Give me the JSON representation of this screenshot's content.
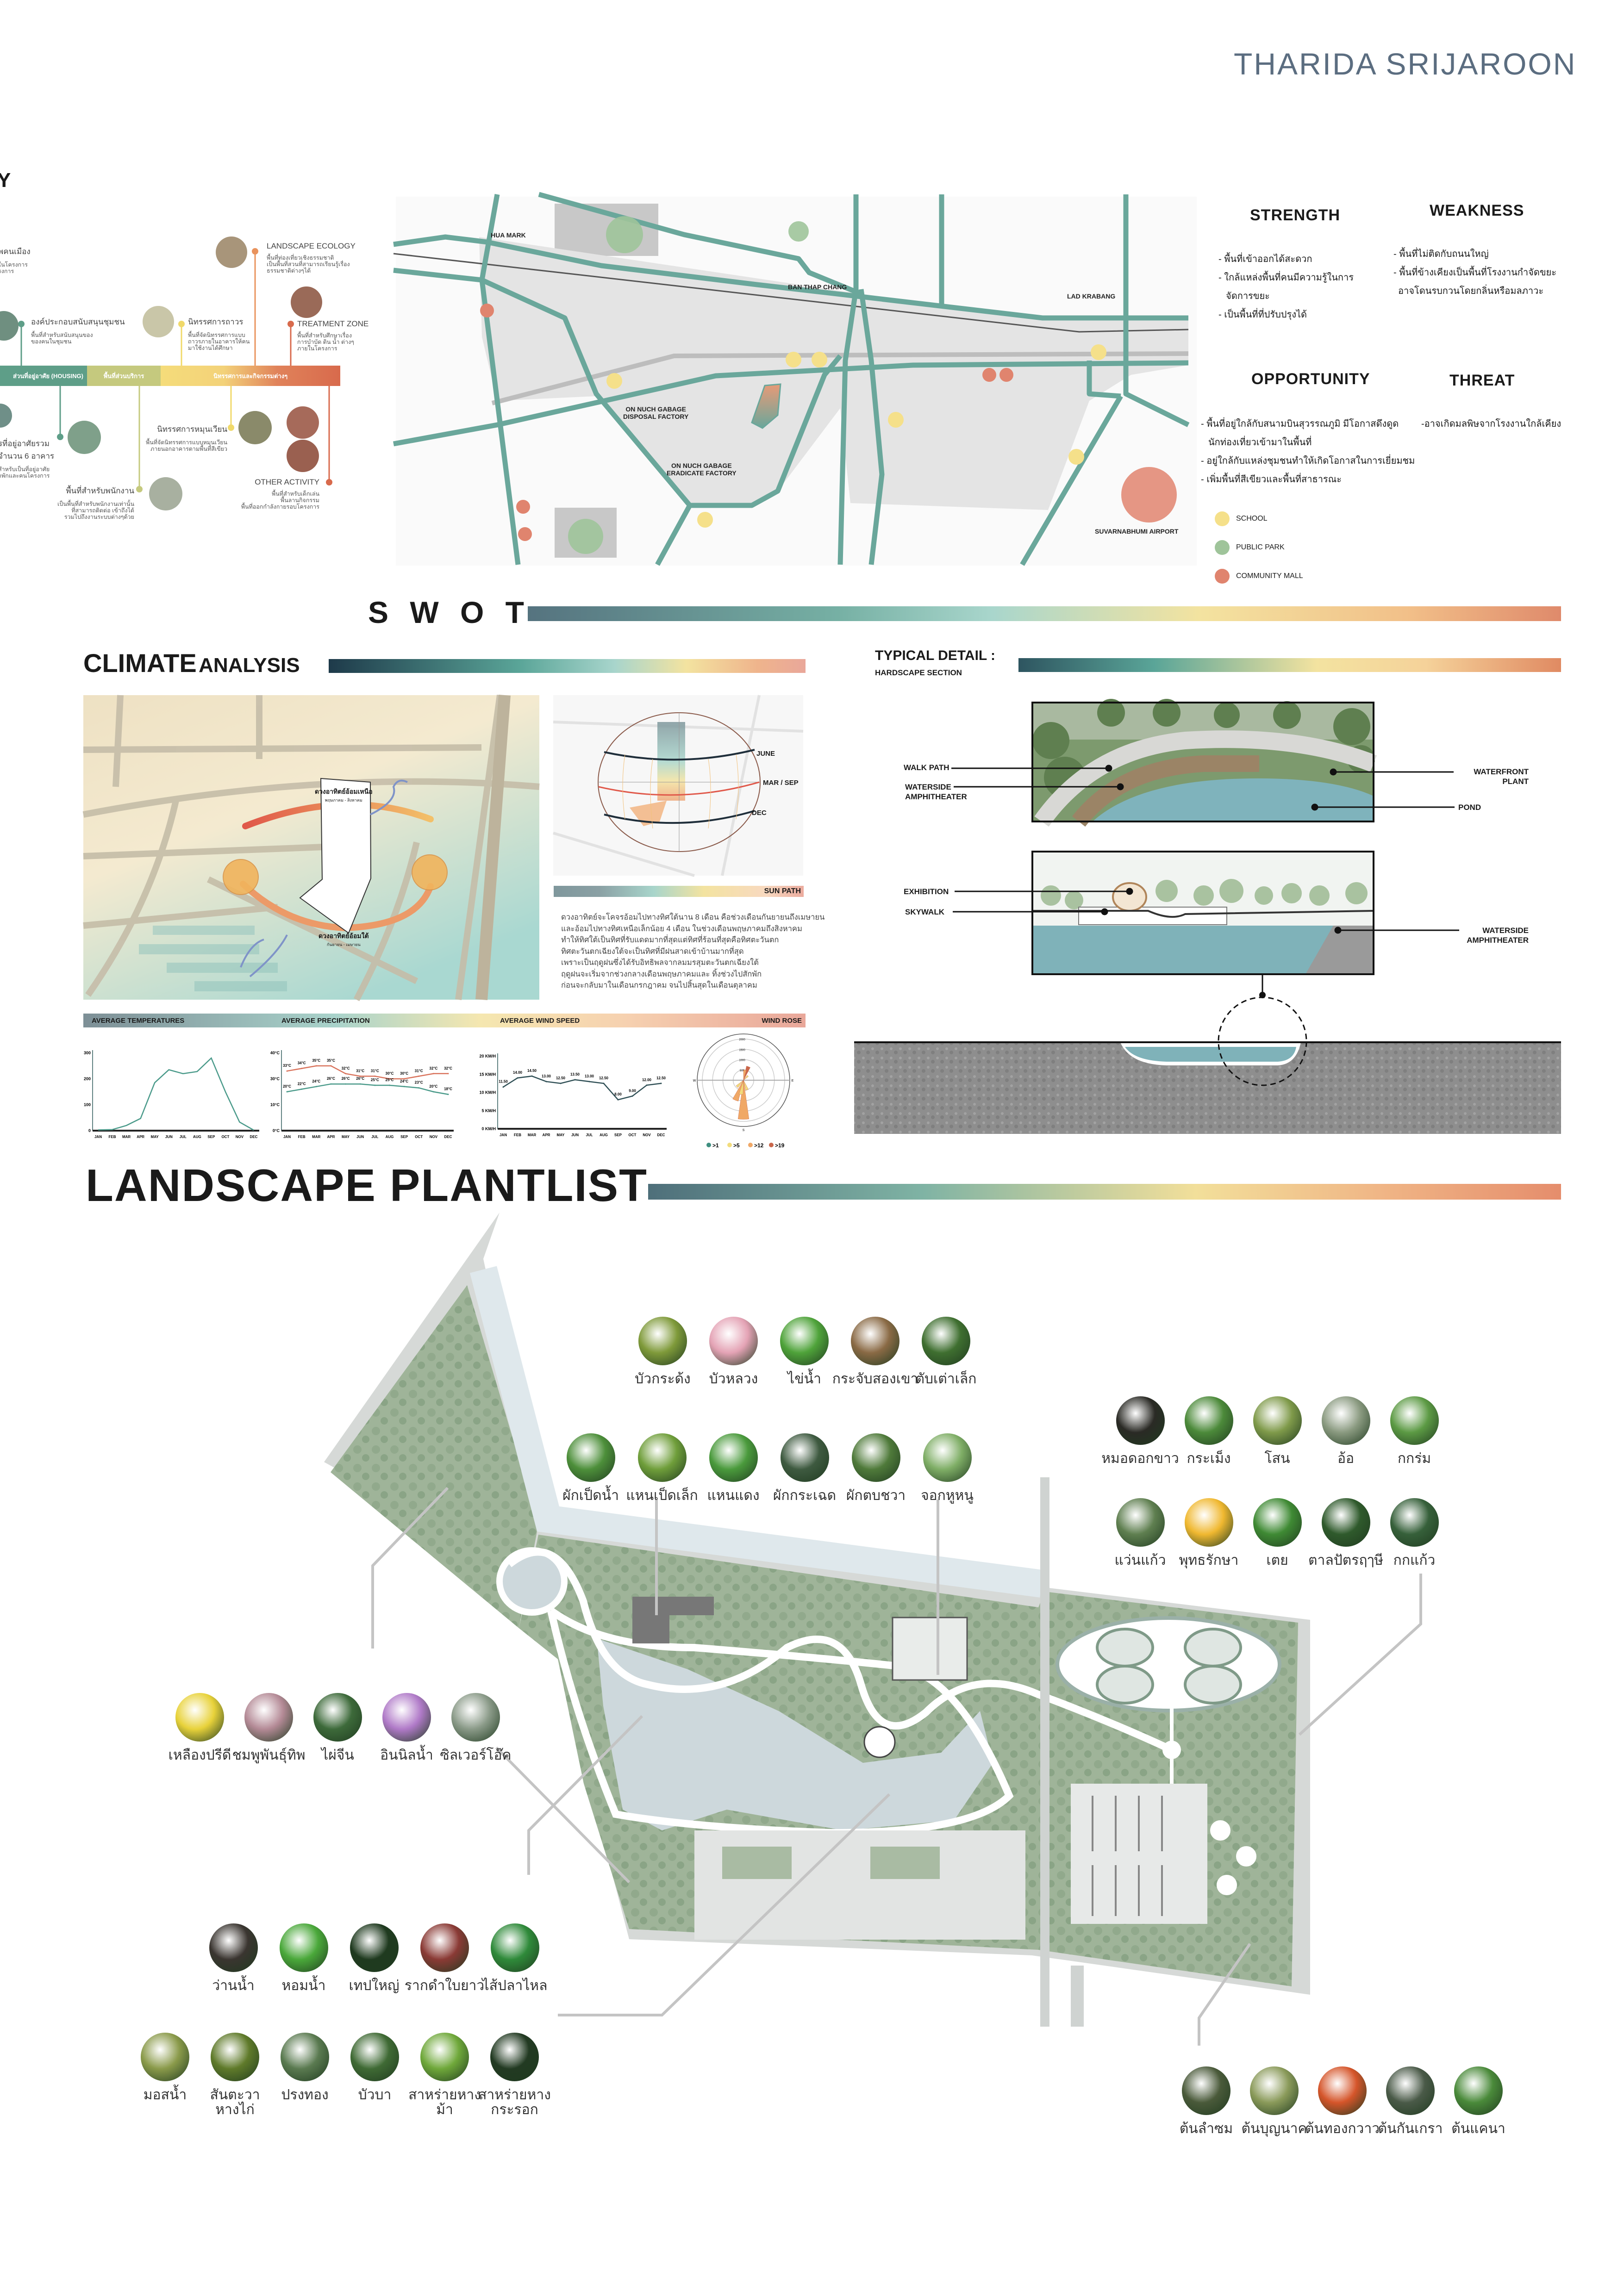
{
  "header": {
    "author": "THARIDA SRIJAROON",
    "title_fragment": "Y"
  },
  "timeline": {
    "bar": [
      "ส่วนที่อยู่อาศัย (HOUSING)",
      "พื้นที่ส่วนบริการ",
      "นิทรรศการและกิจกรรมต่างๆ"
    ],
    "bar_colors": [
      "#5e9e88",
      "#c5c97e",
      "#f5dc7a",
      "#d86a4c"
    ],
    "items": [
      {
        "title": "พคนเมือง",
        "desc": [
          "ในโครงการ",
          "รงการ"
        ]
      },
      {
        "title": "องค์ประกอบสนับสนุนชุมชน",
        "desc": [
          "พื้นที่สำหรับสนับสนุนของ",
          "ของคนในชุมชน"
        ]
      },
      {
        "title": "นิทรรศการถาวร",
        "desc": [
          "พื้นที่จัดนิทรรศการแบบ",
          "ถาวรภายในอาคารให้คน",
          "มาใช้งานได้ศึกษา"
        ]
      },
      {
        "title": "LANDSCAPE ECOLOGY",
        "desc": [
          "พื้นที่ท่องเที่ยวเชิงธรรมชาติ",
          "เป็นพื้นที่สวนที่สามารถเรียนรู้เรื่อง",
          "ธรรมชาติต่างๆได้"
        ]
      },
      {
        "title": "TREATMENT ZONE",
        "desc": [
          "พื้นที่สำหรับศึกษาเรื่อง",
          "การบำบัด ดิน น้ำ ต่างๆ",
          "ภายในโครงการ"
        ]
      },
      {
        "title": [
          "รที่อยู่อาศัยรวม",
          "จำนวน 6 อาคาร"
        ],
        "desc": [
          "สำหรับเป็นที่อยู่อาศัย",
          "ำพักและคนโครงการ"
        ]
      },
      {
        "title": "พื้นที่สำหรับพนักงาน",
        "desc": [
          "เป็นพื้นที่สำหรับพนักงานเท่านั้น",
          "ที่สามารถติดต่อ เข้าถึงได้",
          "รวมไปถึงงานระบบต่างๆด้วย"
        ]
      },
      {
        "title": "นิทรรศการหมุนเวียน",
        "desc": [
          "พื้นที่จัดนิทรรศการแบบหมุนเวียน",
          "ภายนอกอาคารตามพื้นที่สีเขียว"
        ]
      },
      {
        "title": "OTHER ACTIVITY",
        "desc": [
          "พื้นที่สำหรับเด็กเล่น",
          "พื้นลานกิจกรรม",
          "พื้นที่ออกกำลังกายรอบโครงการ"
        ]
      }
    ]
  },
  "map": {
    "labels": {
      "hua_mark": "HUA MARK",
      "ban_thap_chang": "BAN THAP CHANG",
      "lad_krabang": "LAD KRABANG",
      "disposal": [
        "ON NUCH GABAGE",
        "DISPOSAL FACTORY"
      ],
      "eradicate": [
        "ON NUCH GABAGE",
        "ERADICATE FACTORY"
      ],
      "airport": "SUVARNABHUMI AIRPORT"
    },
    "legend": [
      {
        "label": "SCHOOL",
        "color": "#f5e08a"
      },
      {
        "label": "PUBLIC PARK",
        "color": "#9fc49a"
      },
      {
        "label": "COMMUNITY MALL",
        "color": "#e0846e"
      }
    ]
  },
  "swot": {
    "title": "S W O T",
    "strength": {
      "heading": "STRENGTH",
      "items": [
        "- พื้นที่เข้าออกได้สะดวก",
        "- ใกล้แหล่งพื้นที่คนมีความรู้ในการ",
        "จัดการขยะ",
        "- เป็นพื้นที่ที่ปรับปรุงได้"
      ]
    },
    "weakness": {
      "heading": "WEAKNESS",
      "items": [
        "- พื้นที่ไม่ติดกับถนนใหญ่",
        "- พื้นที่ข้างเคียงเป็นพื้นที่โรงงานกำจัดขยะ",
        "อาจโดนรบกวนโดยกลิ่นหรือมลภาวะ"
      ]
    },
    "opportunity": {
      "heading": "OPPORTUNITY",
      "items": [
        "- พื้นที่อยู่ใกล้กับสนามบินสุวรรณภูมิ มีโอกาสดึงดูด",
        "นักท่องเที่ยวเข้ามาในพื้นที่",
        "- อยู่ใกล้กับแหล่งชุมชนทำให้เกิดโอกาสในการเยี่ยมชม",
        "- เพิ่มพื้นที่สีเขียวและพื้นที่สาธารณะ"
      ]
    },
    "threat": {
      "heading": "THREAT",
      "items": [
        "-อาจเกิดมลพิษจากโรงงานใกล้เคียง"
      ]
    }
  },
  "climate": {
    "title_bold": "CLIMATE",
    "title_rest": "ANALYSIS",
    "sun_north": "ดวงอาทิตย์อ้อมเหนือ",
    "sun_north_months": "พฤษภาคม - สิงหาคม",
    "sun_south": "ดวงอาทิตย์อ้อมใต้",
    "sun_south_months": "กันยายน - เมษายน",
    "sun_path": {
      "title": "SUN PATH",
      "labels": {
        "june": "JUNE",
        "marsep": "MAR / SEP",
        "dec": "DEC"
      },
      "text": [
        "ดวงอาทิตย์จะโคจรอ้อมไปทางทิศใต้นาน 8 เดือน คือช่วงเดือนกันยายนถึงเมษายน",
        "และอ้อมไปทางทิศเหนือเล็กน้อย 4 เดือน ในช่วงเดือนพฤษภาคมถึงสิงหาคม",
        "ทำให้ทิศใต้เป็นทิศที่รับแดดมากที่สุดแต่ทิศที่ร้อนที่สุดคือทิศตะวันตก",
        "ทิศตะวันตกเฉียงใต้จะเป็นทิศที่มีฝนสาดเข้าบ้านมากที่สุด",
        "เพราะเป็นฤดูฝนซึ่งได้รับอิทธิพลจากลมมรสุมตะวันตกเฉียงใต้",
        "ฤดูฝนจะเริ่มจากช่วงกลางเดือนพฤษภาคมและ ทิ้งช่วงไปสักพัก",
        "ก่อนจะกลับมาในเดือนกรกฎาคม จนไปสิ้นสุดในเดือนตุลาคม"
      ]
    },
    "chart_headers": [
      "AVERAGE TEMPERATURES",
      "AVERAGE PRECIPITATION",
      "AVERAGE WIND SPEED",
      "WIND ROSE"
    ]
  },
  "chart_data": [
    {
      "type": "line",
      "title": "AVERAGE TEMPERATURES",
      "categories": [
        "JAN",
        "FEB",
        "MAR",
        "APR",
        "MAY",
        "JUN",
        "JUL",
        "AUG",
        "SEP",
        "OCT",
        "NOV",
        "DEC"
      ],
      "series": [
        {
          "values": [
            3,
            4,
            20,
            47,
            185,
            235,
            220,
            228,
            280,
            150,
            33,
            2
          ],
          "color": "#4a9a8a"
        }
      ],
      "yticks": [
        "0",
        "100",
        "200",
        "300"
      ],
      "ylim": [
        0,
        300
      ],
      "grid": false
    },
    {
      "type": "line",
      "title": "AVERAGE PRECIPITATION",
      "categories": [
        "JAN",
        "FEB",
        "MAR",
        "APR",
        "MAY",
        "JUN",
        "JUL",
        "AUG",
        "SEP",
        "OCT",
        "NOV",
        "DEC"
      ],
      "series": [
        {
          "values": [
            33,
            34,
            35,
            35,
            32,
            31,
            31,
            30,
            30,
            31,
            32,
            32
          ],
          "color": "#d9735c"
        },
        {
          "values": [
            20,
            22,
            24,
            26,
            26,
            26,
            25,
            25,
            24,
            23,
            20,
            18
          ],
          "color": "#4a9a8a"
        }
      ],
      "yticks": [
        "0°C",
        "10°C",
        "30°C",
        "40°C"
      ],
      "ytick_values": [
        0,
        10,
        30,
        40
      ],
      "value_suffix": "°C",
      "grid": false
    },
    {
      "type": "line",
      "title": "AVERAGE WIND SPEED",
      "categories": [
        "JAN",
        "FEB",
        "MAR",
        "APR",
        "MAY",
        "JUN",
        "JUL",
        "AUG",
        "SEP",
        "OCT",
        "NOV",
        "DEC"
      ],
      "series": [
        {
          "values": [
            11.5,
            14.0,
            14.5,
            13.0,
            12.5,
            13.5,
            13.0,
            12.5,
            8.0,
            9.0,
            12.0,
            12.5
          ],
          "color": "#2f4f55"
        }
      ],
      "yticks": [
        "0 KM/H",
        "5 KM/H",
        "10 KM/H",
        "15 KM/H",
        "20 KM/H"
      ],
      "ylim": [
        0,
        20
      ],
      "grid": false
    },
    {
      "type": "wind-rose",
      "title": "WIND ROSE",
      "directions": [
        "N",
        "E",
        "S",
        "W"
      ],
      "rings": [
        "500",
        "1000",
        "1500",
        "2000"
      ],
      "legend": [
        {
          "label": ">1",
          "color": "#3f8f80"
        },
        {
          "label": ">5",
          "color": "#f2dc7c"
        },
        {
          "label": ">12",
          "color": "#f0a866"
        },
        {
          "label": ">19",
          "color": "#c9664a"
        }
      ],
      "petals": [
        {
          "dir_deg": 180,
          "value": 1900,
          "band": ">12"
        },
        {
          "dir_deg": 202,
          "value": 1050,
          "band": ">12"
        },
        {
          "dir_deg": 190,
          "value": 700,
          "band": ">5"
        },
        {
          "dir_deg": 225,
          "value": 450,
          "band": ">5"
        },
        {
          "dir_deg": 20,
          "value": 700,
          "band": ">19"
        },
        {
          "dir_deg": 8,
          "value": 500,
          "band": ">12"
        },
        {
          "dir_deg": 45,
          "value": 300,
          "band": ">5"
        },
        {
          "dir_deg": 160,
          "value": 500,
          "band": ">5"
        }
      ]
    }
  ],
  "detail": {
    "title": "TYPICAL DETAIL :",
    "subtitle": "HARDSCAPE SECTION",
    "labels": {
      "walk_path": "WALK PATH",
      "waterside1": [
        "WATERSIDE",
        "AMPHITHEATER"
      ],
      "waterfront": [
        "WATERFRONT",
        "PLANT"
      ],
      "pond": "POND",
      "exhibition": "EXHIBITION",
      "skywalk": "SKYWALK",
      "waterside2": [
        "WATERSIDE",
        "AMPHITHEATER"
      ]
    }
  },
  "plantlist": {
    "title": "LANDSCAPE PLANTLIST",
    "groups": {
      "top1": [
        {
          "name": "บัวกระด้ง",
          "color": "#7f9a3a"
        },
        {
          "name": "บัวหลวง",
          "color": "#e4a3b5"
        },
        {
          "name": "ไข่น้ำ",
          "color": "#4fa33a"
        },
        {
          "name": "กระจับสองเขา",
          "color": "#8a6a45"
        },
        {
          "name": "ตับเต่าเล็ก",
          "color": "#3f6f30"
        }
      ],
      "top2": [
        {
          "name": "ผักเป็ดน้ำ",
          "color": "#4d8f3a"
        },
        {
          "name": "แหนเป็ดเล็ก",
          "color": "#6f9e3a"
        },
        {
          "name": "แหนแดง",
          "color": "#4a9a3c"
        },
        {
          "name": "ผักกระเฉด",
          "color": "#3e5a40"
        },
        {
          "name": "ผักตบชวา",
          "color": "#4f7a3a"
        },
        {
          "name": "จอกหูหนู",
          "color": "#7fae66"
        }
      ],
      "right1": [
        {
          "name": "หมอดอกขาว",
          "color": "#2a2a25"
        },
        {
          "name": "กระเม็ง",
          "color": "#4c8a3a"
        },
        {
          "name": "โสน",
          "color": "#7f9a4a"
        },
        {
          "name": "อ้อ",
          "color": "#8a9a80"
        },
        {
          "name": "กกร่ม",
          "color": "#5c9a44"
        }
      ],
      "right2": [
        {
          "name": "แว่นแก้ว",
          "color": "#5f7f50"
        },
        {
          "name": "พุทธรักษา",
          "color": "#f0b830"
        },
        {
          "name": "เตย",
          "color": "#3f8a34"
        },
        {
          "name": "ตาลปัตรฤๅษี",
          "color": "#2f5a2c"
        },
        {
          "name": "กกแก้ว",
          "color": "#36603a"
        }
      ],
      "left": [
        {
          "name": "เหลืองปรีดี",
          "color": "#e8d23a"
        },
        {
          "name": "ชมพูพันธุ์ทิพ",
          "color": "#b48a96"
        },
        {
          "name": "ไผ่จีน",
          "color": "#3d6a3a"
        },
        {
          "name": "อินนิลน้ำ",
          "color": "#b07ac8"
        },
        {
          "name": "ซิลเวอร์โอ๊ค",
          "color": "#8a9a88"
        }
      ],
      "bottom1": [
        {
          "name": "ว่านน้ำ",
          "color": "#3a3530"
        },
        {
          "name": "หอมน้ำ",
          "color": "#4aa83a"
        },
        {
          "name": "เทปใหญ่",
          "color": "#1f3a1f"
        },
        {
          "name": "รากดำใบยาว",
          "color": "#8a3a35"
        },
        {
          "name": "ไส้ปลาไหล",
          "color": "#2f8a3a"
        }
      ],
      "bottom2": [
        {
          "name": "มอสน้ำ",
          "color": "#8a9a4a"
        },
        {
          "name": "สันตะวาหางไก่",
          "color": "#5f7a2a"
        },
        {
          "name": "ปรงทอง",
          "color": "#5a7a50"
        },
        {
          "name": "บัวบา",
          "color": "#3f6a34"
        },
        {
          "name": "สาหร่ายหางม้า",
          "color": "#6fa83a"
        },
        {
          "name": "สาหร่ายหางกระรอก",
          "color": "#223a22"
        }
      ],
      "trees": [
        {
          "name": "ต้นลำซม",
          "color": "#4a5a3a"
        },
        {
          "name": "ต้นบุญนาค",
          "color": "#8a9a5a"
        },
        {
          "name": "ต้นทองกวาว",
          "color": "#d5552a"
        },
        {
          "name": "ต้นกันเกรา",
          "color": "#4a5a48"
        },
        {
          "name": "ต้นแคนา",
          "color": "#4a8a3a"
        }
      ]
    }
  },
  "colors": {
    "teal_road": "#6aa79b",
    "site_green": "#a9bba3",
    "pond": "#cdd8dc"
  }
}
